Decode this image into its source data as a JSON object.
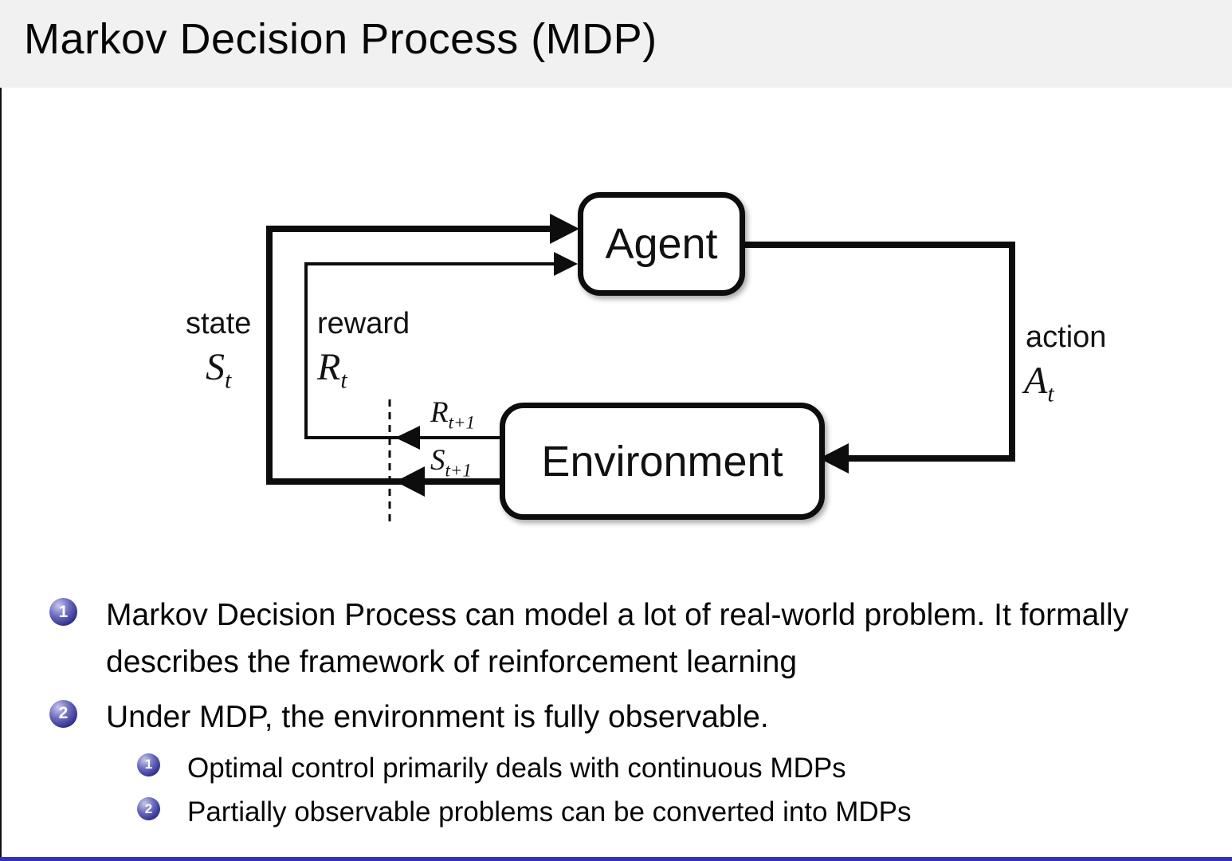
{
  "header": {
    "title": "Markov Decision Process (MDP)"
  },
  "diagram": {
    "agent_label": "Agent",
    "environment_label": "Environment",
    "state": {
      "label": "state",
      "symbol": "S",
      "subscript": "t"
    },
    "reward": {
      "label": "reward",
      "symbol": "R",
      "subscript": "t"
    },
    "action": {
      "label": "action",
      "symbol": "A",
      "subscript": "t"
    },
    "next_reward": {
      "symbol": "R",
      "subscript": "t+1"
    },
    "next_state": {
      "symbol": "S",
      "subscript": "t+1"
    }
  },
  "bullets": [
    {
      "number": "1",
      "text": "Markov Decision Process can model a lot of real-world problem. It formally describes the framework of reinforcement learning",
      "children": []
    },
    {
      "number": "2",
      "text": "Under MDP, the environment is fully observable.",
      "children": [
        {
          "number": "1",
          "text": "Optimal control primarily deals with continuous MDPs"
        },
        {
          "number": "2",
          "text": "Partially observable problems can be converted into MDPs"
        }
      ]
    }
  ],
  "colors": {
    "header_bg": "#f1f1f1",
    "accent_blue": "#3333b2",
    "diagram_line": "#0d0d0d"
  }
}
